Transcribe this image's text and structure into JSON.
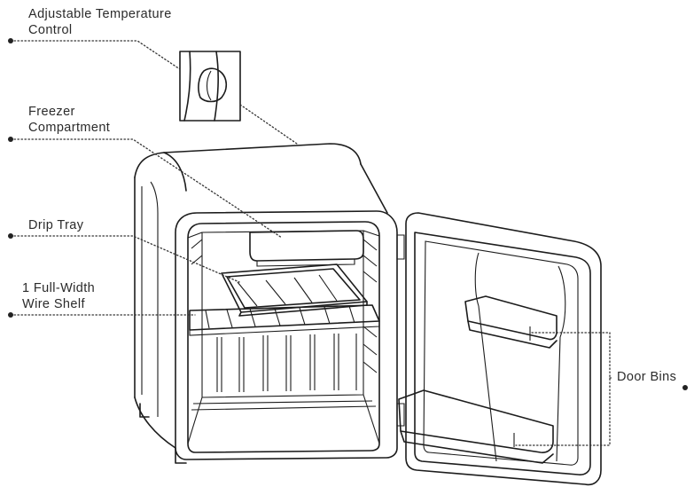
{
  "labels": {
    "temperature_control": [
      "Adjustable Temperature",
      "Control"
    ],
    "freezer": [
      "Freezer",
      "Compartment"
    ],
    "drip_tray": "Drip Tray",
    "wire_shelf": [
      "1 Full-Width",
      "Wire Shelf"
    ],
    "door_bins": "Door Bins"
  }
}
